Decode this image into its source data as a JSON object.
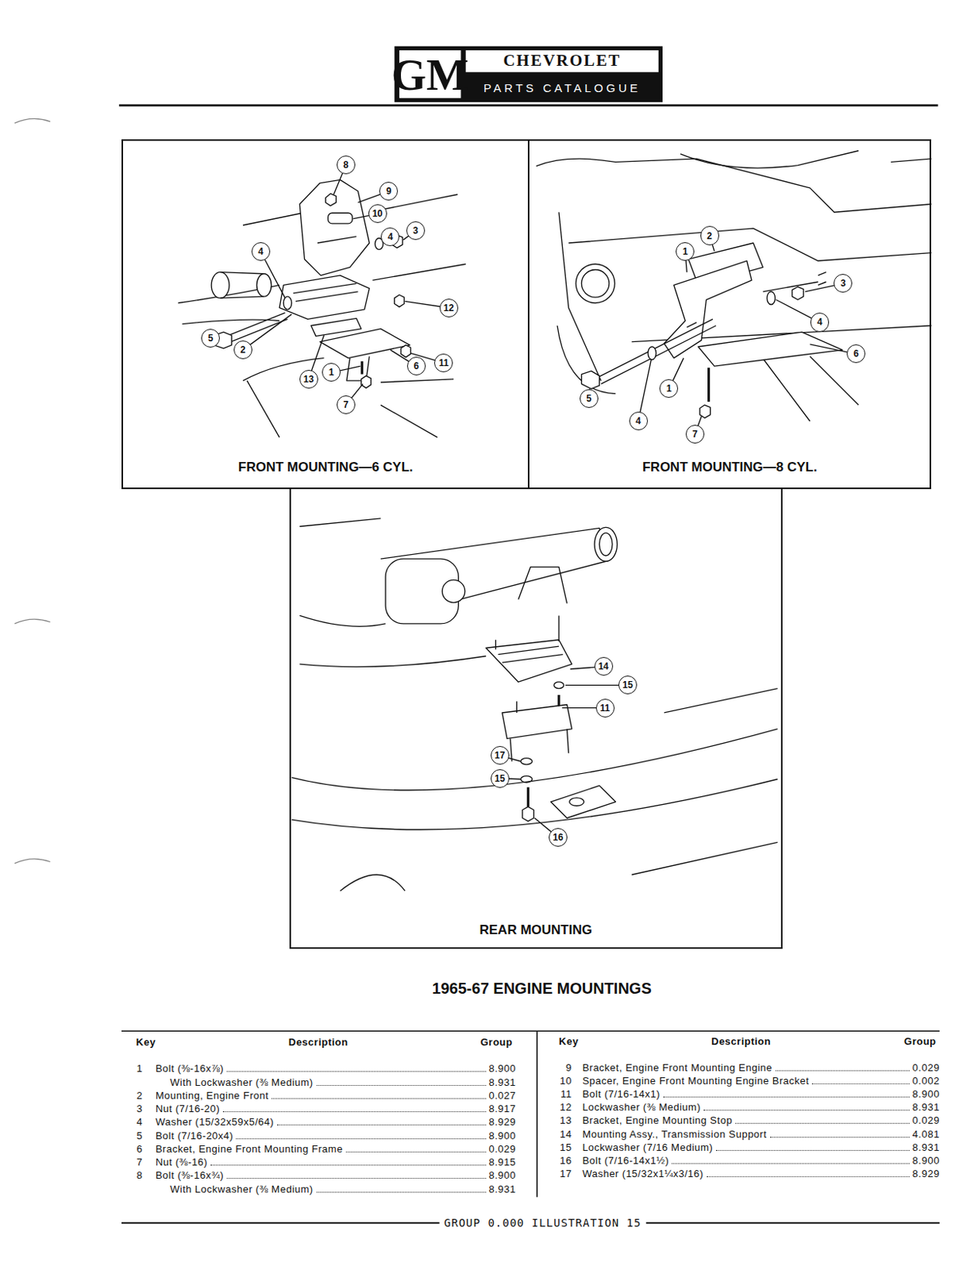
{
  "diagram": {
    "title": "1965-67 ENGINE MOUNTINGS",
    "nodes": [
      {
        "text": [
          "FRONT MOUNTING—6 CYL."
        ]
      },
      {
        "text": [
          "8"
        ],
        "in": 0
      },
      {
        "text": [
          "9"
        ],
        "in": 0
      },
      {
        "text": [
          "10"
        ],
        "in": 0
      },
      {
        "text": [
          "4"
        ],
        "in": 0
      },
      {
        "text": [
          "3"
        ],
        "in": 0
      },
      {
        "text": [
          "4"
        ],
        "in": 0
      },
      {
        "text": [
          "5"
        ],
        "in": 0
      },
      {
        "text": [
          "12"
        ],
        "in": 0
      },
      {
        "text": [
          "2"
        ],
        "in": 0
      },
      {
        "text": [
          "11"
        ],
        "in": 0
      },
      {
        "text": [
          "6"
        ],
        "in": 0
      },
      {
        "text": [
          "13"
        ],
        "in": 0
      },
      {
        "text": [
          "1"
        ],
        "in": 0
      },
      {
        "text": [
          "7"
        ],
        "in": 0
      },
      {
        "text": [
          "FRONT MOUNTING—8 CYL."
        ]
      },
      {
        "text": [
          "1"
        ],
        "in": 15
      },
      {
        "text": [
          "2"
        ],
        "in": 15
      },
      {
        "text": [
          "3"
        ],
        "in": 15
      },
      {
        "text": [
          "4"
        ],
        "in": 15
      },
      {
        "text": [
          "6"
        ],
        "in": 15
      },
      {
        "text": [
          "1"
        ],
        "in": 15
      },
      {
        "text": [
          "5"
        ],
        "in": 15
      },
      {
        "text": [
          "4"
        ],
        "in": 15
      },
      {
        "text": [
          "7"
        ],
        "in": 15
      },
      {
        "text": [
          "REAR MOUNTING"
        ]
      },
      {
        "text": [
          "14"
        ],
        "in": 25
      },
      {
        "text": [
          "15"
        ],
        "in": 25
      },
      {
        "text": [
          "11"
        ],
        "in": 25
      },
      {
        "text": [
          "17"
        ],
        "in": 25
      },
      {
        "text": [
          "15"
        ],
        "in": 25
      },
      {
        "text": [
          "16"
        ],
        "in": 25
      }
    ],
    "labels": [
      "GM",
      "CHEVROLET",
      "PARTS CATALOGUE",
      "Key",
      "Description",
      "Group",
      "Key",
      "Description",
      "Group",
      "1",
      "Bolt (⅜-16x⅞)",
      "8.900",
      "With Lockwasher (⅜ Medium)",
      "8.931",
      "2",
      "Mounting, Engine Front",
      "0.027",
      "3",
      "Nut (7/16-20)",
      "8.917",
      "4",
      "Washer (15/32x59x5/64)",
      "8.929",
      "5",
      "Bolt (7/16-20x4)",
      "8.900",
      "6",
      "Bracket, Engine Front Mounting Frame",
      "0.029",
      "7",
      "Nut (⅜-16)",
      "8.915",
      "8",
      "Bolt (⅜-16x¾)",
      "8.900",
      "With Lockwasher (⅜ Medium)",
      "8.931",
      "9",
      "Bracket, Engine Front Mounting Engine",
      "0.029",
      "10",
      "Spacer, Engine Front Mounting Engine Bracket",
      "0.002",
      "11",
      "Bolt (7/16-14x1)",
      "8.900",
      "12",
      "Lockwasher (⅜ Medium)",
      "8.931",
      "13",
      "Bracket, Engine Mounting Stop",
      "0.029",
      "14",
      "Mounting Assy., Transmission Support",
      "4.081",
      "15",
      "Lockwasher (7/16 Medium)",
      "8.931",
      "16",
      "Bolt (7/16-14x1½)",
      "8.900",
      "17",
      "Washer (15/32x1¼x3/16)",
      "8.929",
      "GROUP 0.000 ILLUSTRATION 15"
    ]
  }
}
